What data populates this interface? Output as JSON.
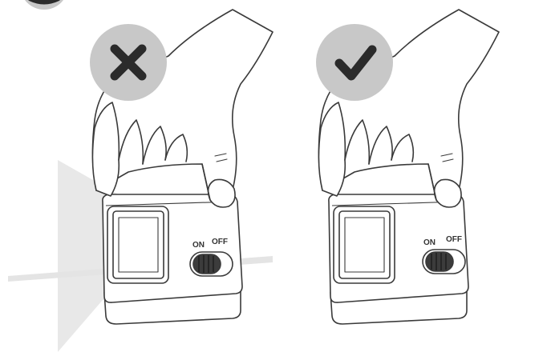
{
  "panels": [
    {
      "verdict": "incorrect",
      "verdict_icon": "cross-icon",
      "switch_on_label": "ON",
      "switch_off_label": "OFF"
    },
    {
      "verdict": "correct",
      "verdict_icon": "checkmark-icon",
      "switch_on_label": "ON",
      "switch_off_label": "OFF"
    }
  ],
  "colors": {
    "line": "#3a3a3a",
    "badge": "#c8c8c8",
    "badge_mark": "#2b2b2b",
    "light_beam": "#d6d6d6"
  }
}
